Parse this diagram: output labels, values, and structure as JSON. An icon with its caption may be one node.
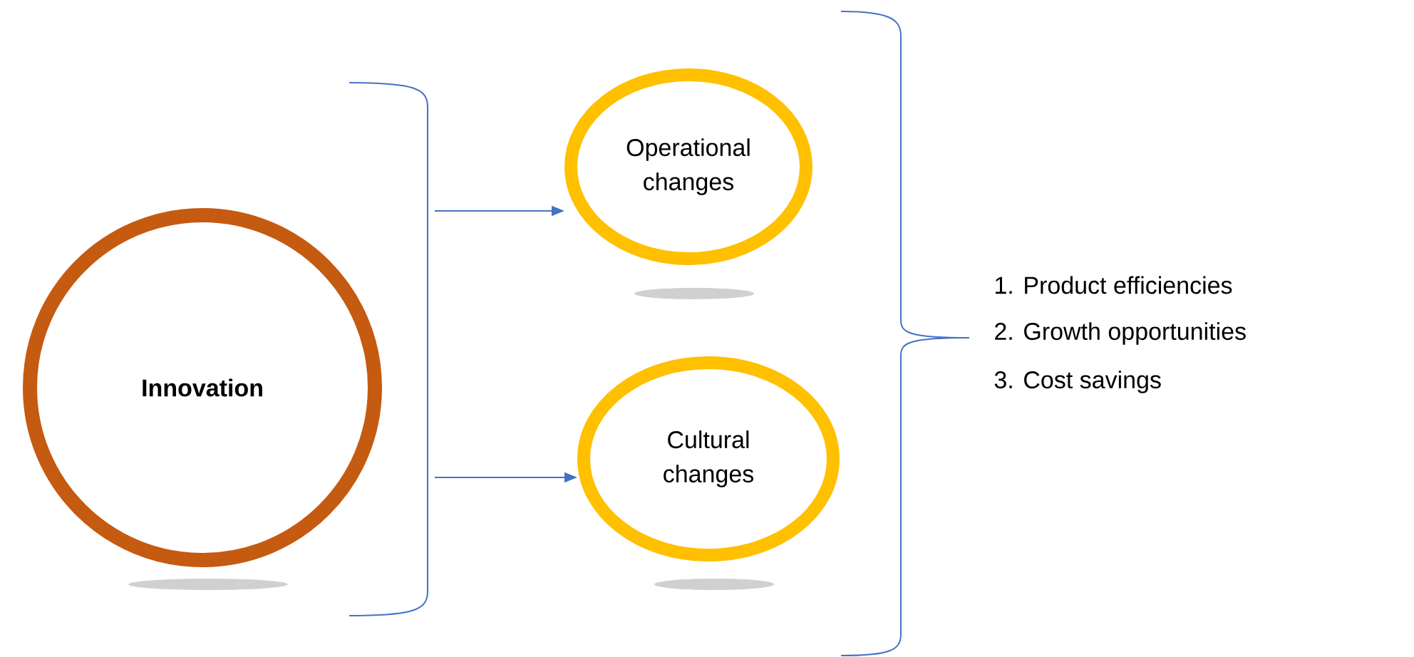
{
  "diagram": {
    "nodes": [
      {
        "text": [
          "Innovation"
        ]
      },
      {
        "text": [
          "Operational changes"
        ]
      },
      {
        "text": [
          "Cultural changes"
        ]
      }
    ],
    "edges": [
      {
        "from": 0,
        "to": 1,
        "arrow": "to"
      },
      {
        "from": 0,
        "to": 2,
        "arrow": "to"
      }
    ],
    "labels": [
      "1. Product efficiencies",
      "2. Growth opportunities",
      "3. Cost savings"
    ]
  }
}
